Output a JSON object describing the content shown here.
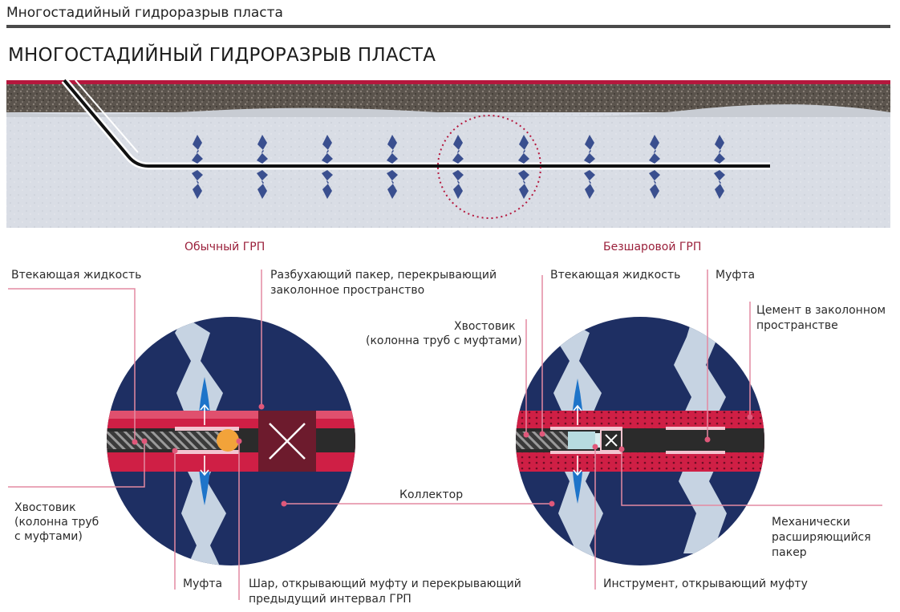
{
  "header": {
    "page_title": "Многостадийный гидроразрыв пласта",
    "diagram_title": "МНОГОСТАДИЙНЫЙ ГИДРОРАЗРЫВ ПЛАСТА"
  },
  "colors": {
    "accent": "#b5173d",
    "pipe_red": "#cf1f45",
    "circle_fill": "#1e2f63",
    "fracture_blue": "#1e74c9",
    "fracture_light": "#c6d3e2",
    "rock_gray": "#dfe3ea",
    "leader": "#e48aa2"
  },
  "left": {
    "subtitle": "Обычный ГРП",
    "labels": {
      "inflow": "Втекающая жидкость",
      "packer_1": "Разбухающий пакер, перекрывающий",
      "packer_2": "заколонное пространство",
      "liner_1": "Хвостовик",
      "liner_2": "(колонна труб",
      "liner_3": "с муфтами)",
      "sleeve": "Муфта",
      "ball_1": "Шар, открывающий муфту и перекрывающий",
      "ball_2": "предыдущий интервал ГРП"
    }
  },
  "center": {
    "collector": "Коллектор"
  },
  "right": {
    "subtitle": "Безшаровой ГРП",
    "labels": {
      "inflow": "Втекающая жидкость",
      "sleeve": "Муфта",
      "cement_1": "Цемент в заколонном",
      "cement_2": "пространстве",
      "liner_1": "Хвостовик",
      "liner_2": "(колонна труб с муфтами)",
      "packer_1": "Механически",
      "packer_2": "расширяющийся",
      "packer_3": "пакер",
      "tool": "Инструмент, открывающий муфту"
    }
  }
}
